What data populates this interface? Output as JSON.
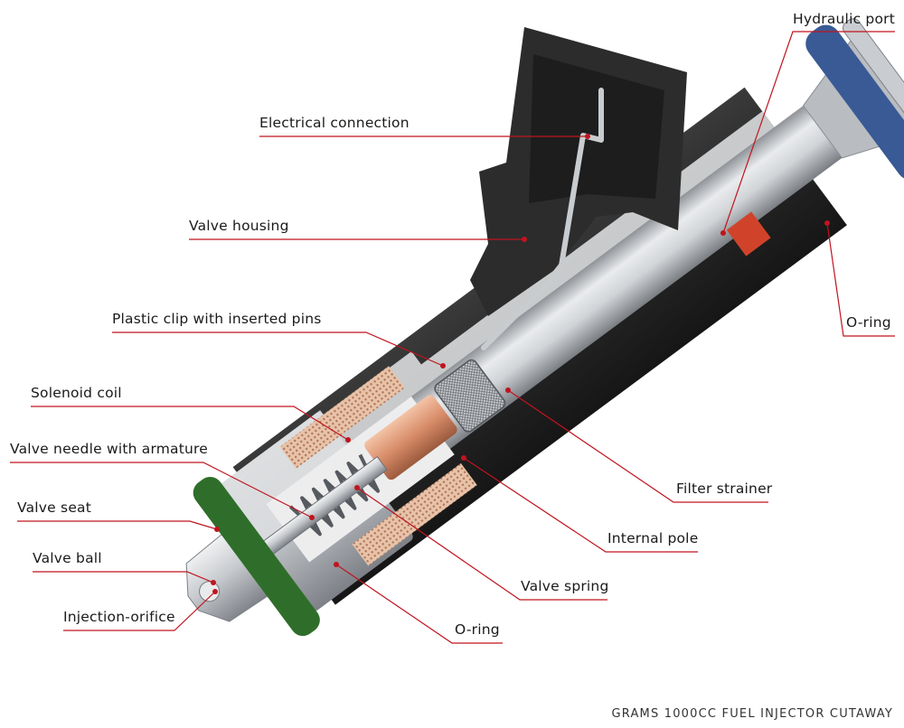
{
  "colors": {
    "leader": "#c0141f",
    "housing": "#2a2a2a",
    "steel": "#c9ccd0",
    "copper": "#d4896a",
    "oring_blue": "#3a5a95",
    "oring_green": "#2f6e2a",
    "marker": "#d0432a"
  },
  "labels": {
    "hydraulic_port": "Hydraulic port",
    "electrical_connection": "Electrical connection",
    "valve_housing": "Valve housing",
    "plastic_clip": "Plastic clip with inserted pins",
    "o_ring_top": "O-ring",
    "solenoid_coil": "Solenoid coil",
    "valve_needle": "Valve needle with armature",
    "filter_strainer": "Filter strainer",
    "valve_seat": "Valve seat",
    "internal_pole": "Internal pole",
    "valve_ball": "Valve ball",
    "valve_spring": "Valve spring",
    "injection_orifice": "Injection-orifice",
    "o_ring_bottom": "O-ring"
  },
  "caption": "GRAMS 1000CC FUEL INJECTOR CUTAWAY"
}
